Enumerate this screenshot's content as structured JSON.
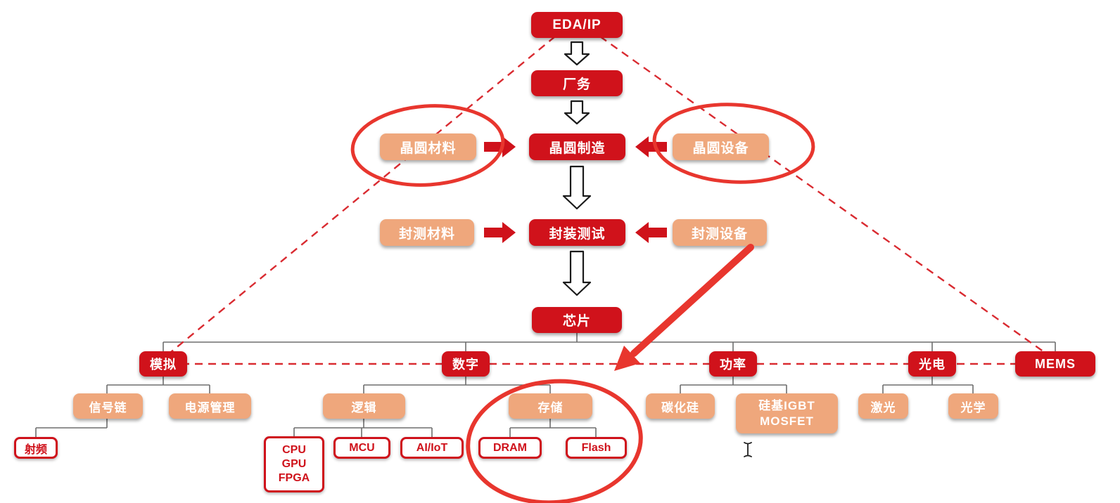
{
  "diagram": {
    "description": "Semiconductor industry chain flow diagram with hand-drawn red circle and arrow annotations",
    "colors": {
      "node_red": "#d0121b",
      "node_orange": "#efa77c",
      "white_node_text": "#cf121b",
      "dashed_guide": "#d92b31",
      "annotation": "#e8362e",
      "connector": "#6e6e6e"
    },
    "nodes": {
      "eda_ip": "EDA/IP",
      "fab_facility": "厂务",
      "wafer_material": "晶圆材料",
      "wafer_fab": "晶圆制造",
      "wafer_equipment": "晶圆设备",
      "pkg_material": "封测材料",
      "pkg_test": "封装测试",
      "pkg_equipment": "封测设备",
      "chip": "芯片",
      "analog": "模拟",
      "digital": "数字",
      "power": "功率",
      "opto": "光电",
      "mems": "MEMS",
      "signal_chain": "信号链",
      "power_mgmt": "电源管理",
      "logic": "逻辑",
      "storage": "存储",
      "sic": "碳化硅",
      "igbt": [
        "硅基IGBT",
        "MOSFET"
      ],
      "laser": "激光",
      "optics": "光学",
      "rf": "射频",
      "cpu_gpu_fpga": [
        "CPU",
        "GPU",
        "FPGA"
      ],
      "mcu": "MCU",
      "ai_iot": "AI/IoT",
      "dram": "DRAM",
      "flash": "Flash"
    },
    "annotations": {
      "circled": [
        "晶圆材料",
        "晶圆设备",
        "存储 / DRAM / Flash"
      ],
      "arrow_target": "存储"
    }
  }
}
